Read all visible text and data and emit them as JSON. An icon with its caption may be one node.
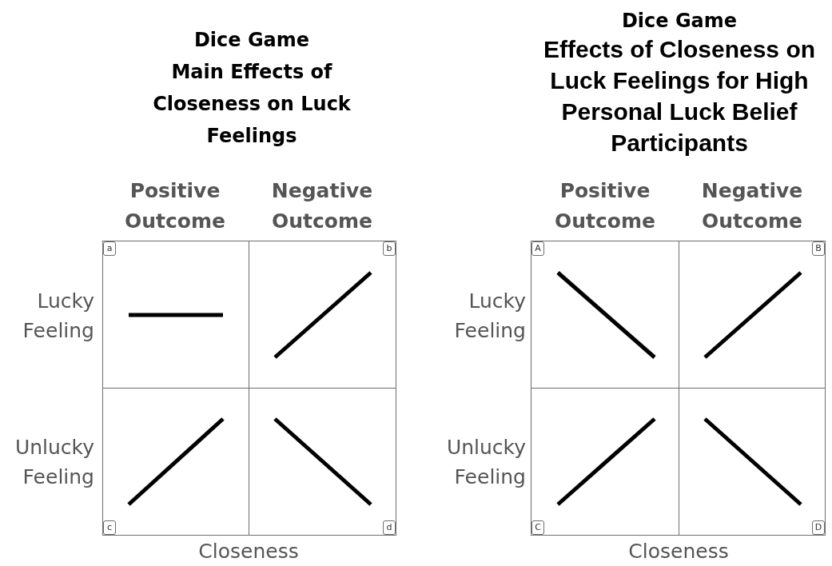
{
  "diagram": {
    "nodes": [
      {
        "text": [
          "a"
        ]
      },
      {
        "text": [
          "b"
        ]
      },
      {
        "text": [
          "c"
        ]
      },
      {
        "text": [
          "d"
        ]
      },
      {
        "text": [
          "A"
        ]
      },
      {
        "text": [
          "B"
        ]
      },
      {
        "text": [
          "C"
        ]
      },
      {
        "text": [
          "D"
        ]
      }
    ],
    "labels": [
      "Dice Game",
      "Main Effects of Closeness on Luck Feelings",
      "Dice Game",
      "Effects of Closeness on Luck Feelings for High Personal Luck Belief Participants",
      "Positive Outcome",
      "Negative Outcome",
      "Positive Outcome",
      "Negative Outcome",
      "Lucky Feeling",
      "Lucky Feeling",
      "Unlucky Feeling",
      "Unlucky Feeling",
      "Closeness",
      "Closeness"
    ]
  }
}
